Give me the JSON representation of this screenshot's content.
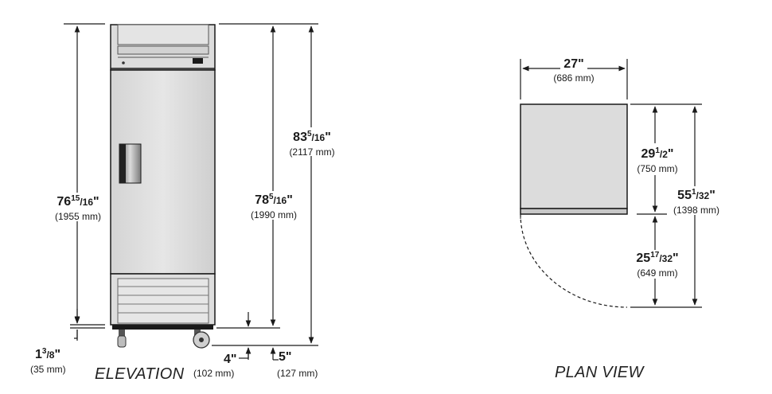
{
  "views": {
    "elevation": "ELEVATION",
    "plan": "PLAN VIEW"
  },
  "dimensions": {
    "height_cabinet": {
      "whole": "76",
      "num": "15",
      "den": "/16",
      "suffix": "\"",
      "mm": "(1955 mm)"
    },
    "height_door_top": {
      "whole": "78",
      "num": "5",
      "den": "/16",
      "suffix": "\"",
      "mm": "(1990 mm)"
    },
    "height_overall": {
      "whole": "83",
      "num": "5",
      "den": "/16",
      "suffix": "\"",
      "mm": "(2117 mm)"
    },
    "base_clearance": {
      "whole": "1",
      "num": "3",
      "den": "/8",
      "suffix": "\"",
      "mm": "(35 mm)"
    },
    "caster_height": {
      "whole": "4",
      "suffix": "\"",
      "mm": "(102 mm)"
    },
    "leg_height": {
      "whole": "5",
      "suffix": "\"",
      "mm": "(127 mm)"
    },
    "width": {
      "whole": "27",
      "suffix": "\"",
      "mm": "(686 mm)"
    },
    "depth_cabinet": {
      "whole": "29",
      "num": "1",
      "den": "/2",
      "suffix": "\"",
      "mm": "(750 mm)"
    },
    "depth_overall": {
      "whole": "55",
      "num": "1",
      "den": "/32",
      "suffix": "\"",
      "mm": "(1398 mm)"
    },
    "door_swing": {
      "whole": "25",
      "num": "17",
      "den": "/32",
      "suffix": "\"",
      "mm": "(649 mm)"
    }
  }
}
